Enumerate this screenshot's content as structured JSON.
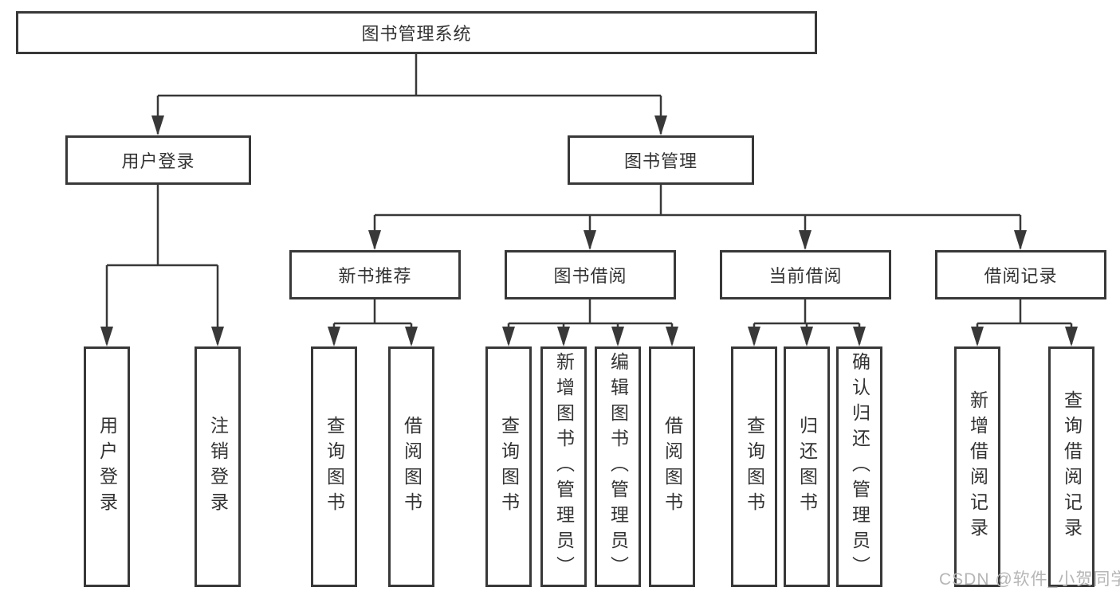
{
  "diagram_title": "图书管理系统",
  "nodes": {
    "root": {
      "label": "图书管理系统"
    },
    "user_login": {
      "label": "用户登录"
    },
    "book_mgmt": {
      "label": "图书管理"
    },
    "new_books": {
      "label": "新书推荐"
    },
    "book_borrow": {
      "label": "图书借阅"
    },
    "current_borrow": {
      "label": "当前借阅"
    },
    "borrow_records": {
      "label": "借阅记录"
    },
    "leaf_user_login": {
      "label": "用户登录"
    },
    "leaf_logout": {
      "label": "注销登录"
    },
    "leaf_newbook_query": {
      "label": "查询图书"
    },
    "leaf_newbook_borrow": {
      "label": "借阅图书"
    },
    "leaf_borrow_query": {
      "label": "查询图书"
    },
    "leaf_borrow_add": {
      "label": "新增图书（管理员）"
    },
    "leaf_borrow_edit": {
      "label": "编辑图书（管理员）"
    },
    "leaf_borrow_borrow": {
      "label": "借阅图书"
    },
    "leaf_current_query": {
      "label": "查询图书"
    },
    "leaf_current_return": {
      "label": "归还图书"
    },
    "leaf_current_confirm": {
      "label": "确认归还（管理员）"
    },
    "leaf_records_add": {
      "label": "新增借阅记录"
    },
    "leaf_records_query": {
      "label": "查询借阅记录"
    }
  },
  "hierarchy": {
    "图书管理系统": [
      "用户登录",
      "图书管理"
    ],
    "用户登录": [
      "用户登录",
      "注销登录"
    ],
    "图书管理": [
      "新书推荐",
      "图书借阅",
      "当前借阅",
      "借阅记录"
    ],
    "新书推荐": [
      "查询图书",
      "借阅图书"
    ],
    "图书借阅": [
      "查询图书",
      "新增图书（管理员）",
      "编辑图书（管理员）",
      "借阅图书"
    ],
    "当前借阅": [
      "查询图书",
      "归还图书",
      "确认归还（管理员）"
    ],
    "借阅记录": [
      "新增借阅记录",
      "查询借阅记录"
    ]
  },
  "watermark": "CSDN @软件_小贺同学",
  "colors": {
    "line": "#383838",
    "text": "#333333",
    "watermark": "#b6b6b6",
    "background": "#ffffff"
  }
}
